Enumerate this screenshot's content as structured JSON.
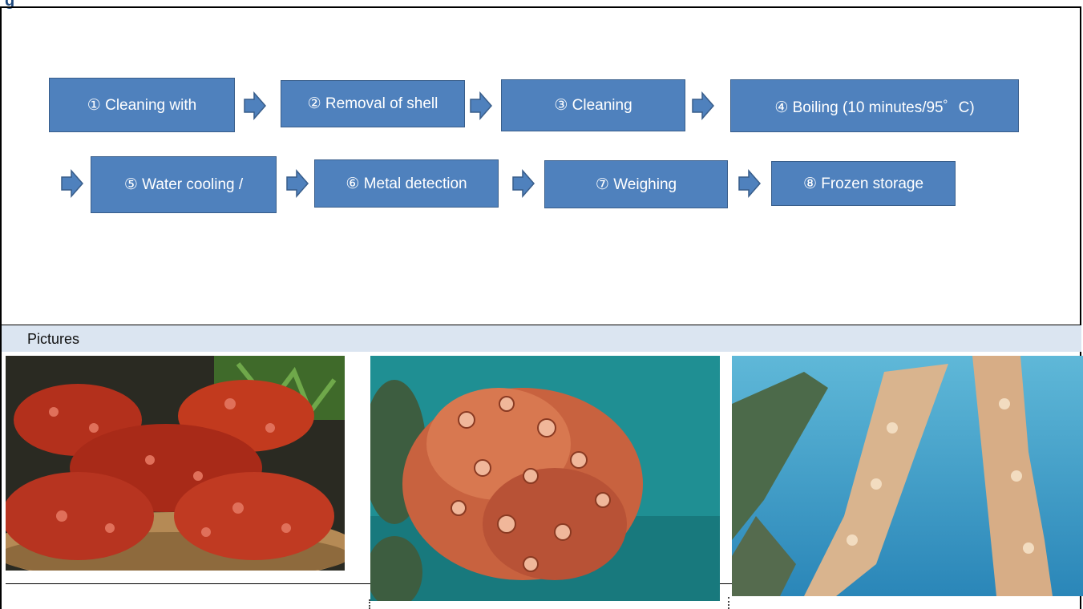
{
  "header": {
    "title_fragment": "g"
  },
  "flow": {
    "steps": [
      "① Cleaning with",
      "② Removal of shell",
      "③ Cleaning",
      "④ Boiling (10 minutes/95゜C)",
      "⑤ Water cooling /",
      "⑥ Metal detection",
      "⑦ Weighing",
      "⑧ Frozen storage"
    ]
  },
  "pictures": {
    "label": "Pictures",
    "items": [
      {
        "subject": "boiled sea squirts in a basket"
      },
      {
        "subject": "sea squirt cluster underwater"
      },
      {
        "subject": "sea squirts on cultivation ropes underwater"
      }
    ]
  },
  "colors": {
    "box_fill": "#4f81bd",
    "box_border": "#385d8a",
    "pictures_bar": "#dbe5f1"
  }
}
